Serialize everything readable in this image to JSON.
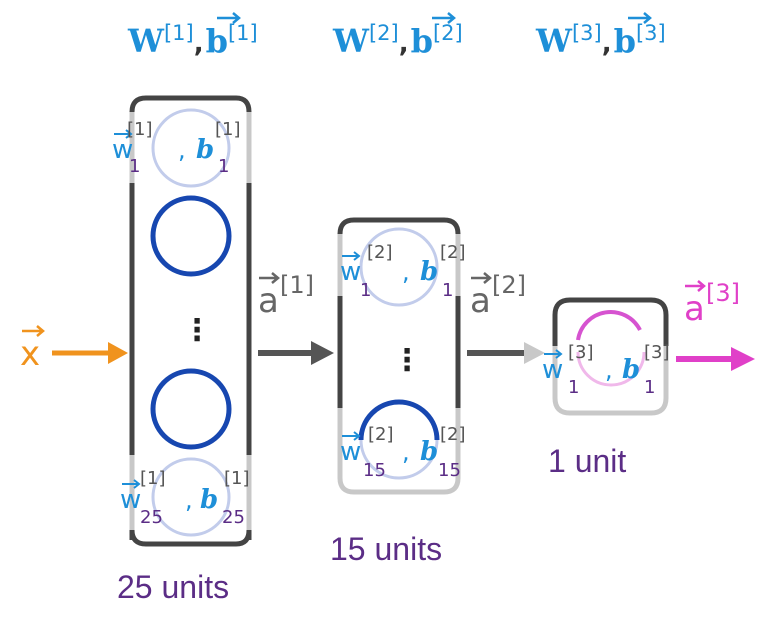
{
  "layers": [
    {
      "params": {
        "w": "W",
        "b": "b",
        "sup": "[1]"
      },
      "units_label": "25 units",
      "top_neuron": {
        "w": "w",
        "b": "b",
        "sup": "[1]",
        "sub": "1"
      },
      "bottom_neuron": {
        "w": "w",
        "b": "b",
        "sup": "[1]",
        "sub": "25"
      },
      "ellipsis": "⋮"
    },
    {
      "params": {
        "w": "W",
        "b": "b",
        "sup": "[2]"
      },
      "units_label": "15 units",
      "top_neuron": {
        "w": "w",
        "b": "b",
        "sup": "[2]",
        "sub": "1"
      },
      "bottom_neuron": {
        "w": "w",
        "b": "b",
        "sup": "[2]",
        "sub": "15"
      },
      "ellipsis": "⋮"
    },
    {
      "params": {
        "w": "W",
        "b": "b",
        "sup": "[3]"
      },
      "units_label": "1 unit",
      "top_neuron": {
        "w": "w",
        "b": "b",
        "sup": "[3]",
        "sub": "1"
      }
    }
  ],
  "input": {
    "label": "x"
  },
  "activations": [
    {
      "label": "a",
      "sup": "[1]"
    },
    {
      "label": "a",
      "sup": "[2]"
    },
    {
      "label": "a",
      "sup": "[3]"
    }
  ],
  "colors": {
    "param_blue": "#1e8fd8",
    "unit_purple": "#5b2d86",
    "neuron_blue": "#1747b0",
    "input_orange": "#f0931e",
    "output_magenta": "#e040c8",
    "frame_gray": "#444444",
    "arrow_gray": "#555555"
  }
}
